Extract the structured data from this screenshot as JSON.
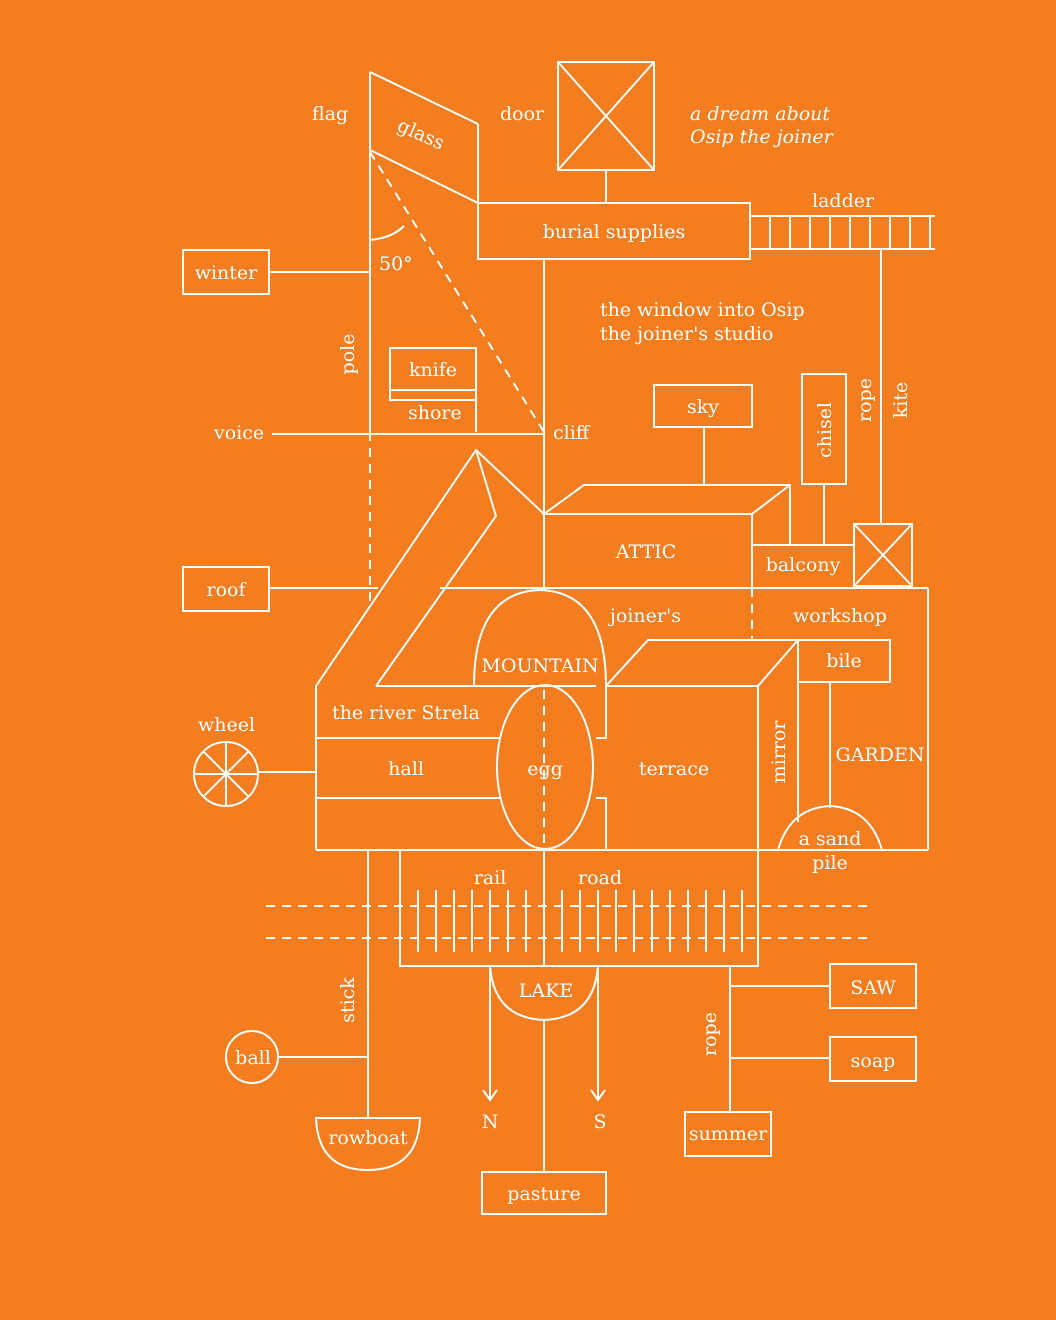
{
  "colors": {
    "background": "#F47D20",
    "line": "#FFFFFF"
  },
  "title": {
    "line1": "a dream about",
    "line2": "Osip the joiner"
  },
  "labels": {
    "flag": "flag",
    "glass": "glass",
    "door": "door",
    "burial_supplies": "burial supplies",
    "ladder": "ladder",
    "winter": "winter",
    "angle": "50°",
    "pole": "pole",
    "window_line1": "the window into Osip",
    "window_line2": "the joiner's studio",
    "knife": "knife",
    "shore": "shore",
    "voice": "voice",
    "cliff": "cliff",
    "sky": "sky",
    "chisel": "chisel",
    "rope_top": "rope",
    "kite": "kite",
    "attic": "ATTIC",
    "balcony": "balcony",
    "roof": "roof",
    "joiners": "joiner's",
    "workshop": "workshop",
    "mountain": "MOUNTAIN",
    "bile": "bile",
    "wheel": "wheel",
    "river": "the river Strela",
    "hall": "hall",
    "egg": "egg",
    "terrace": "terrace",
    "mirror": "mirror",
    "garden": "GARDEN",
    "sand_line1": "a sand",
    "sand_line2": "pile",
    "rail": "rail",
    "road": "road",
    "stick": "stick",
    "lake": "LAKE",
    "saw": "SAW",
    "rope_bottom": "rope",
    "soap": "soap",
    "ball": "ball",
    "north": "N",
    "south": "S",
    "rowboat": "rowboat",
    "summer": "summer",
    "pasture": "pasture"
  }
}
